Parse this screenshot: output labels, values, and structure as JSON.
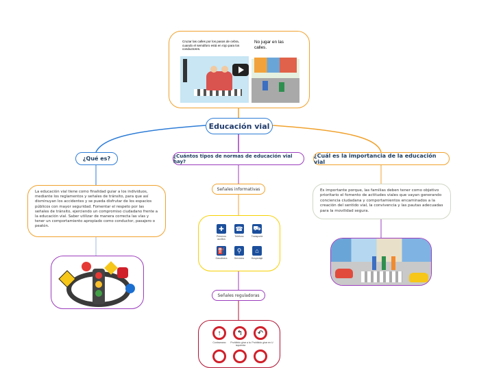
{
  "center": {
    "label": "Educación vial"
  },
  "video": {
    "panel_left_text": "Cruzar las calles por los pasos de cebra, cuando el semáforo está en rojo para los conductores.",
    "panel_right_text": "No jugar en las calles."
  },
  "branches": {
    "que_es": {
      "label": "¿Qué es?"
    },
    "tipos": {
      "label": "¿Cuántos tipos de normas de educación vial hay?"
    },
    "importancia": {
      "label": "¿Cuál es la importancia de la educación vial"
    }
  },
  "que_es_text": "La educación vial tiene como finalidad guiar a los individuos, mediante los reglamentos y señales de tránsito, para que así disminuyan los accidentes y se pueda disfrutar de los espacios públicos con mayor seguridad. Fomentar el respeto por las señales de tránsito, ejerciendo un compromiso ciudadano frente a la educación vial. Saber utilizar de manera correcta las vías y tener un comportamiento apropiado como conductor, pasajero o peatón.",
  "importancia_text": "Es importante porque, las familias deben tener como objetivo prioritario el fomento de actitudes viales que vayan generando conciencia ciudadana y comportamientos encaminados a la creación del sentido vial, la convivencia y las pautas adecuadas para la movilidad segura.",
  "tipos_children": {
    "informativas": "Señales informativas",
    "reguladoras": "Señales reguladoras"
  },
  "informative_signs": [
    "Primeros auxilios",
    "Teléfono",
    "Transporte",
    "Gasolinera",
    "Servicios",
    "Hospedaje"
  ],
  "regulatory_signs": [
    "Contramano",
    "Prohibido girar a la izquierda",
    "Prohibido girar en U"
  ],
  "colors": {
    "blue": "#2b7bd6",
    "purple": "#9b3bbd",
    "orange": "#f0a12b",
    "red": "#b01030"
  }
}
